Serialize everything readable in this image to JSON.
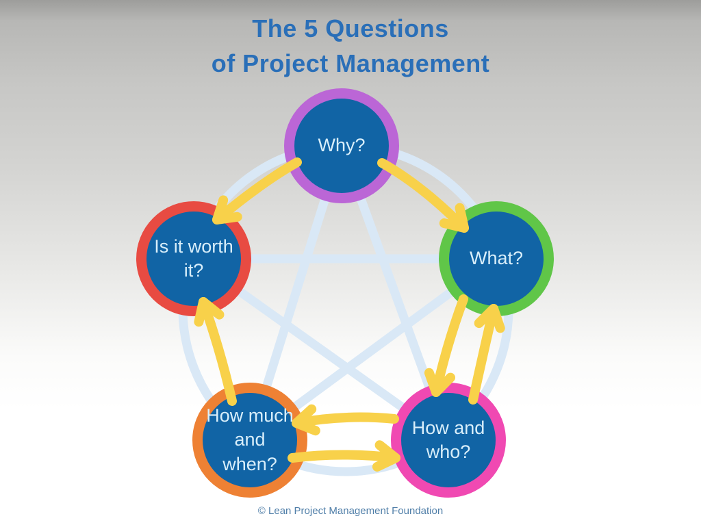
{
  "title": {
    "line1": "The 5 Questions",
    "line2": "of Project Management"
  },
  "footer": "© Lean Project Management Foundation",
  "colors": {
    "title_text": "#2a6fb8",
    "node_fill": "#1164a5",
    "node_text": "#d8eefa",
    "arrow": "#f8d14a",
    "web_line": "#d9e8f6",
    "footer_text": "#4f7ea8"
  },
  "nodes": [
    {
      "id": "why",
      "label": "Why?",
      "ring_color": "#bb66d6"
    },
    {
      "id": "what",
      "label": "What?",
      "ring_color": "#60c648"
    },
    {
      "id": "how-who",
      "label": "How and who?",
      "ring_color": "#f049b2"
    },
    {
      "id": "how-much-when",
      "label": "How much and when?",
      "ring_color": "#ee8134"
    },
    {
      "id": "worth",
      "label": "Is it worth it?",
      "ring_color": "#e84b42"
    }
  ],
  "arrows": [
    {
      "from": "why",
      "to": "worth"
    },
    {
      "from": "why",
      "to": "what"
    },
    {
      "from": "what",
      "to": "how-who"
    },
    {
      "from": "how-who",
      "to": "what"
    },
    {
      "from": "how-who",
      "to": "how-much-when"
    },
    {
      "from": "how-much-when",
      "to": "how-who"
    },
    {
      "from": "how-much-when",
      "to": "worth"
    }
  ]
}
